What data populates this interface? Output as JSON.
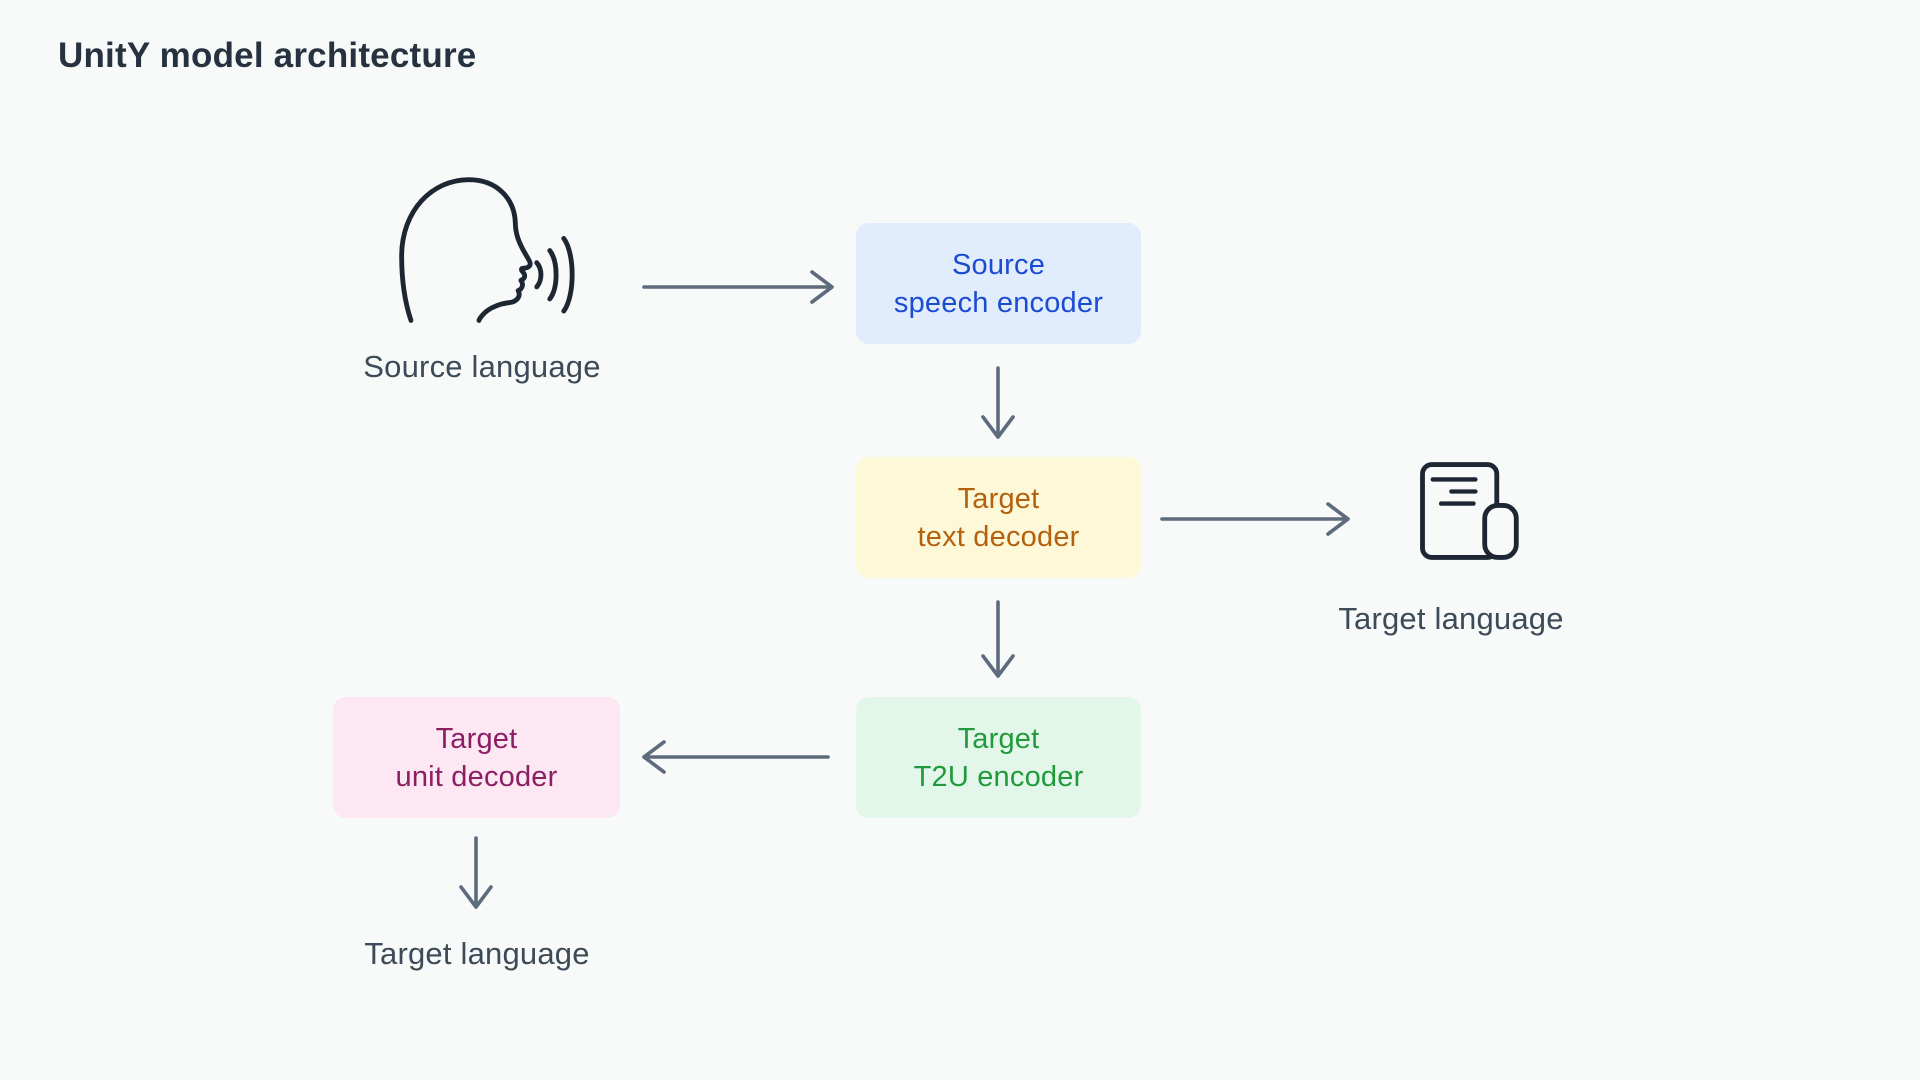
{
  "title": "UnitY model architecture",
  "labels": {
    "source_language": "Source language",
    "target_language_right": "Target language",
    "target_language_bottom": "Target language"
  },
  "nodes": {
    "speech_encoder": {
      "line1": "Source",
      "line2": "speech encoder"
    },
    "text_decoder": {
      "line1": "Target",
      "line2": "text decoder"
    },
    "t2u_encoder": {
      "line1": "Target",
      "line2": "T2U encoder"
    },
    "unit_decoder": {
      "line1": "Target",
      "line2": "unit decoder"
    }
  },
  "icons": {
    "speaking_head": "speaking-head-icon",
    "document": "document-icon"
  },
  "colors": {
    "background": "#F8F9F9",
    "title_text": "#263240",
    "label_text": "#3D4A57",
    "arrow": "#5D6B7C",
    "icon_stroke": "#1D2733",
    "speech_encoder_bg": "#E1EDFC",
    "speech_encoder_text": "#1B4CD2",
    "text_decoder_bg": "#FDF9D8",
    "text_decoder_text": "#B4610F",
    "t2u_encoder_bg": "#E2F7E9",
    "t2u_encoder_text": "#219A3C",
    "unit_decoder_bg": "#FCE7F2",
    "unit_decoder_text": "#8C1E64"
  }
}
